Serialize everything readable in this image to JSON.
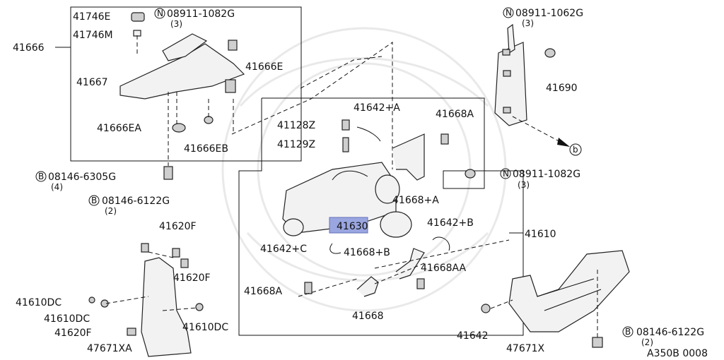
{
  "parts": {
    "p41746E": "41746E",
    "p41746M": "41746M",
    "p41666": "41666",
    "p41667": "41667",
    "p41666E": "41666E",
    "p41666EA": "41666EA",
    "p41666EB": "41666EB",
    "p41642A": "41642+A",
    "p41668A": "41668A",
    "p41128Z": "41128Z",
    "p41129Z": "41129Z",
    "p41668pA": "41668+A",
    "p41630": "41630",
    "p41642B": "41642+B",
    "p41642C": "41642+C",
    "p41668B": "41668+B",
    "p41668AA": "41668AA",
    "p41668A2": "41668A",
    "p41668": "41668",
    "p41610": "41610",
    "p41690": "41690",
    "p41620F_1": "41620F",
    "p41620F_2": "41620F",
    "p41620F_3": "41620F",
    "p41610DC_1": "41610DC",
    "p41610DC_2": "41610DC",
    "p41610DC_3": "41610DC",
    "p47671XA": "47671XA",
    "p41642": "41642",
    "p47671X": "47671X"
  },
  "fasteners": {
    "n1": {
      "symbol": "N",
      "code": "08911-1082G",
      "qty": "(3)"
    },
    "n2": {
      "symbol": "N",
      "code": "08911-1062G",
      "qty": "(3)"
    },
    "n3": {
      "symbol": "N",
      "code": "08911-1082G",
      "qty": "(3)"
    },
    "b1": {
      "symbol": "B",
      "code": "08146-6305G",
      "qty": "(4)"
    },
    "b2": {
      "symbol": "B",
      "code": "08146-6122G",
      "qty": "(2)"
    },
    "b3": {
      "symbol": "B",
      "code": "08146-6122G",
      "qty": "(2)"
    }
  },
  "markers": {
    "b_ref": "b"
  },
  "diagram_code": "A350B 0008",
  "colors": {
    "highlight": "#9aa6e0",
    "line": "#111111"
  }
}
